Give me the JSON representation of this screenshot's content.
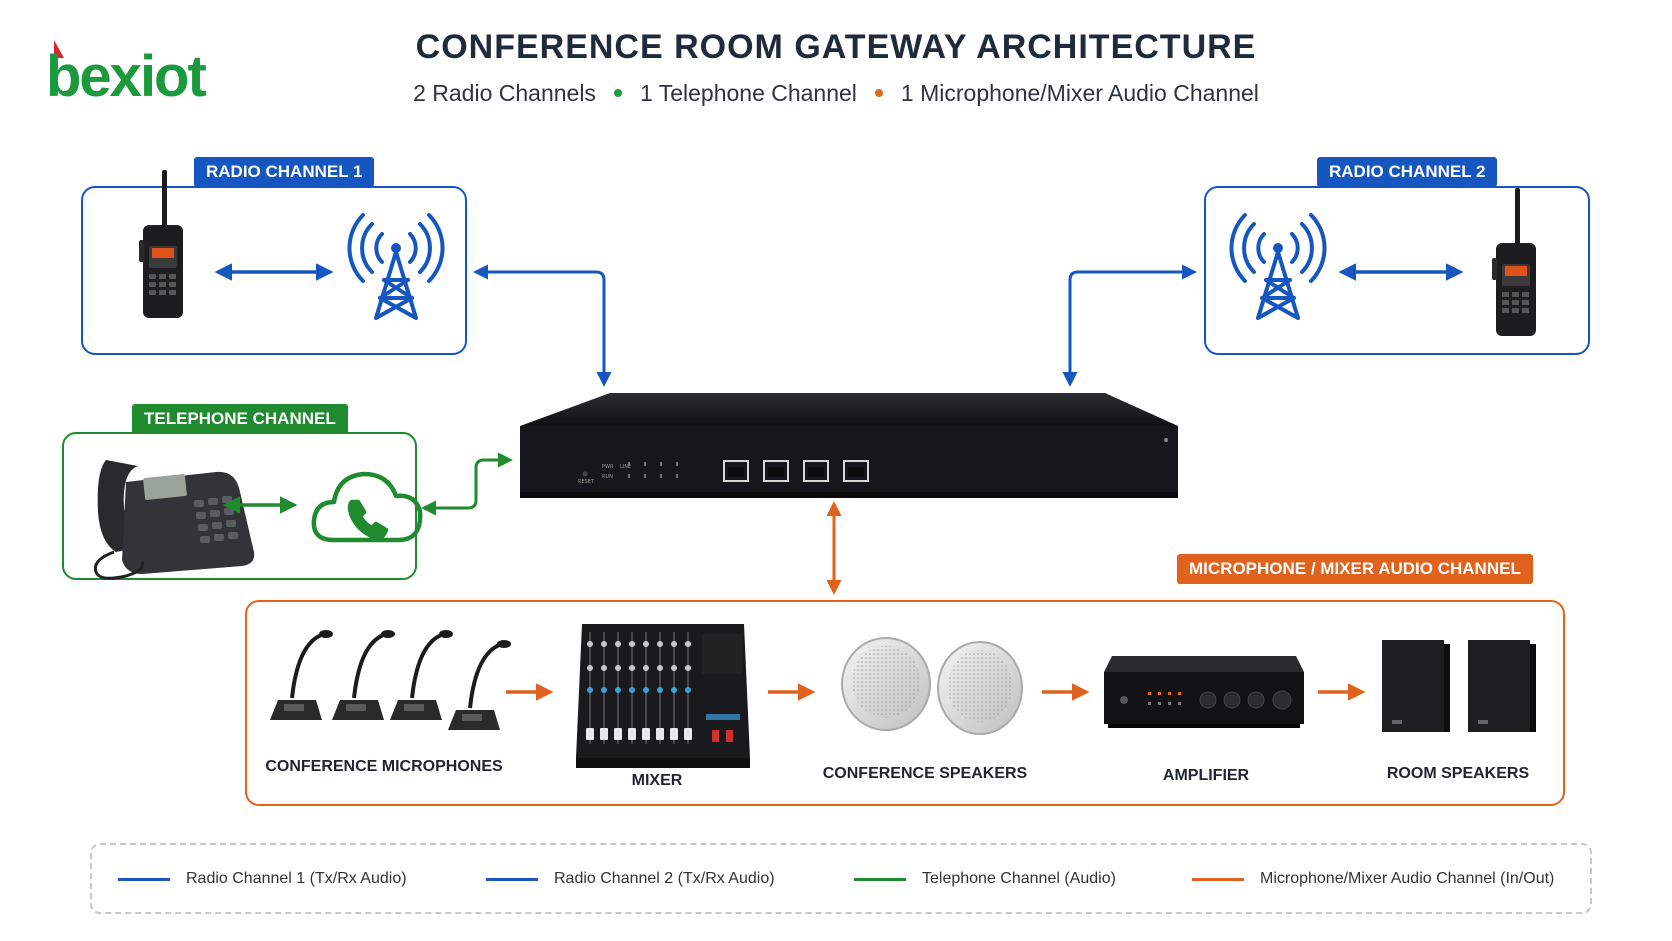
{
  "logo": {
    "text": "bexiot",
    "brand_color": "#1a9a3c",
    "accent_color": "#d8262a"
  },
  "header": {
    "title": "CONFERENCE ROOM GATEWAY ARCHITECTURE",
    "subtitle_items": [
      "2 Radio Channels",
      "1 Telephone Channel",
      "1 Microphone/Mixer Audio Channel"
    ],
    "dot_colors": [
      "#1b9a3c",
      "#e06a1a"
    ]
  },
  "colors": {
    "radio": "#1656c0",
    "telephone": "#1f8a2e",
    "audio": "#e0621c"
  },
  "panels": {
    "radio1": {
      "label": "RADIO CHANNEL 1",
      "icons": [
        "walkie-talkie-icon",
        "radio-tower-icon"
      ]
    },
    "radio2": {
      "label": "RADIO CHANNEL 2",
      "icons": [
        "radio-tower-icon",
        "walkie-talkie-icon"
      ]
    },
    "telephone": {
      "label": "TELEPHONE CHANNEL",
      "icons": [
        "desk-phone-icon",
        "cloud-phone-icon"
      ]
    },
    "audio": {
      "label": "MICROPHONE / MIXER AUDIO CHANNEL",
      "devices": [
        {
          "caption": "CONFERENCE MICROPHONES",
          "icon": "conference-microphone-icon"
        },
        {
          "caption": "MIXER",
          "icon": "mixer-icon"
        },
        {
          "caption": "CONFERENCE SPEAKERS",
          "icon": "ceiling-speaker-icon"
        },
        {
          "caption": "AMPLIFIER",
          "icon": "amplifier-icon"
        },
        {
          "caption": "ROOM SPEAKERS",
          "icon": "room-speaker-icon"
        }
      ]
    }
  },
  "gateway": {
    "icon": "gateway-device-icon",
    "port_count": 4,
    "panel_text": [
      "RESET",
      "PWR",
      "RUN",
      "LINE"
    ]
  },
  "legend": [
    {
      "label": "Radio Channel 1 (Tx/Rx Audio)",
      "color": "#1656c0"
    },
    {
      "label": "Radio Channel 2 (Tx/Rx Audio)",
      "color": "#1656c0"
    },
    {
      "label": "Telephone Channel (Audio)",
      "color": "#1f8a2e"
    },
    {
      "label": "Microphone/Mixer Audio Channel (In/Out)",
      "color": "#e0621c"
    }
  ]
}
